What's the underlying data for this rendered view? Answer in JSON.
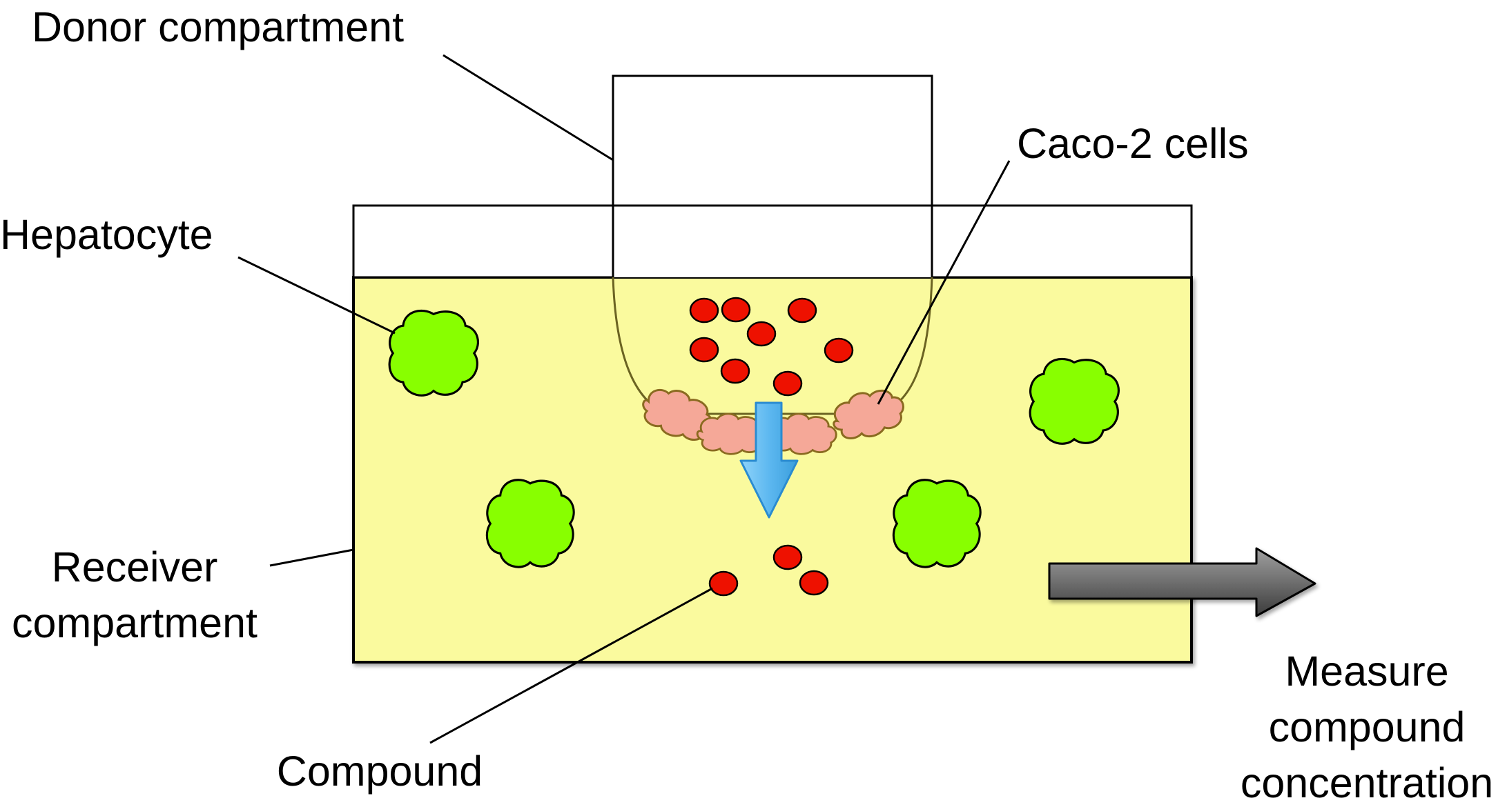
{
  "labels": {
    "donor": "Donor compartment",
    "caco2": "Caco-2 cells",
    "hepatocyte": "Hepatocyte",
    "receiver_line1": "Receiver",
    "receiver_line2": "compartment",
    "compound": "Compound",
    "measure_line1": "Measure",
    "measure_line2": "compound",
    "measure_line3": "concentration"
  },
  "colors": {
    "receiver_fill": "#FAFA9E",
    "hepatocyte": "#88FF00",
    "compound": "#EE1100",
    "caco2_cells": "#F5A898",
    "transport_arrow": "#5DB8F0",
    "output_arrow": "#6E6E6E"
  },
  "icons": {
    "hepatocyte": "hepatocyte-cell-icon",
    "compound": "compound-molecule-icon",
    "caco2": "caco2-cell-icon",
    "transport_arrow": "down-arrow-icon",
    "output_arrow": "right-arrow-icon"
  }
}
